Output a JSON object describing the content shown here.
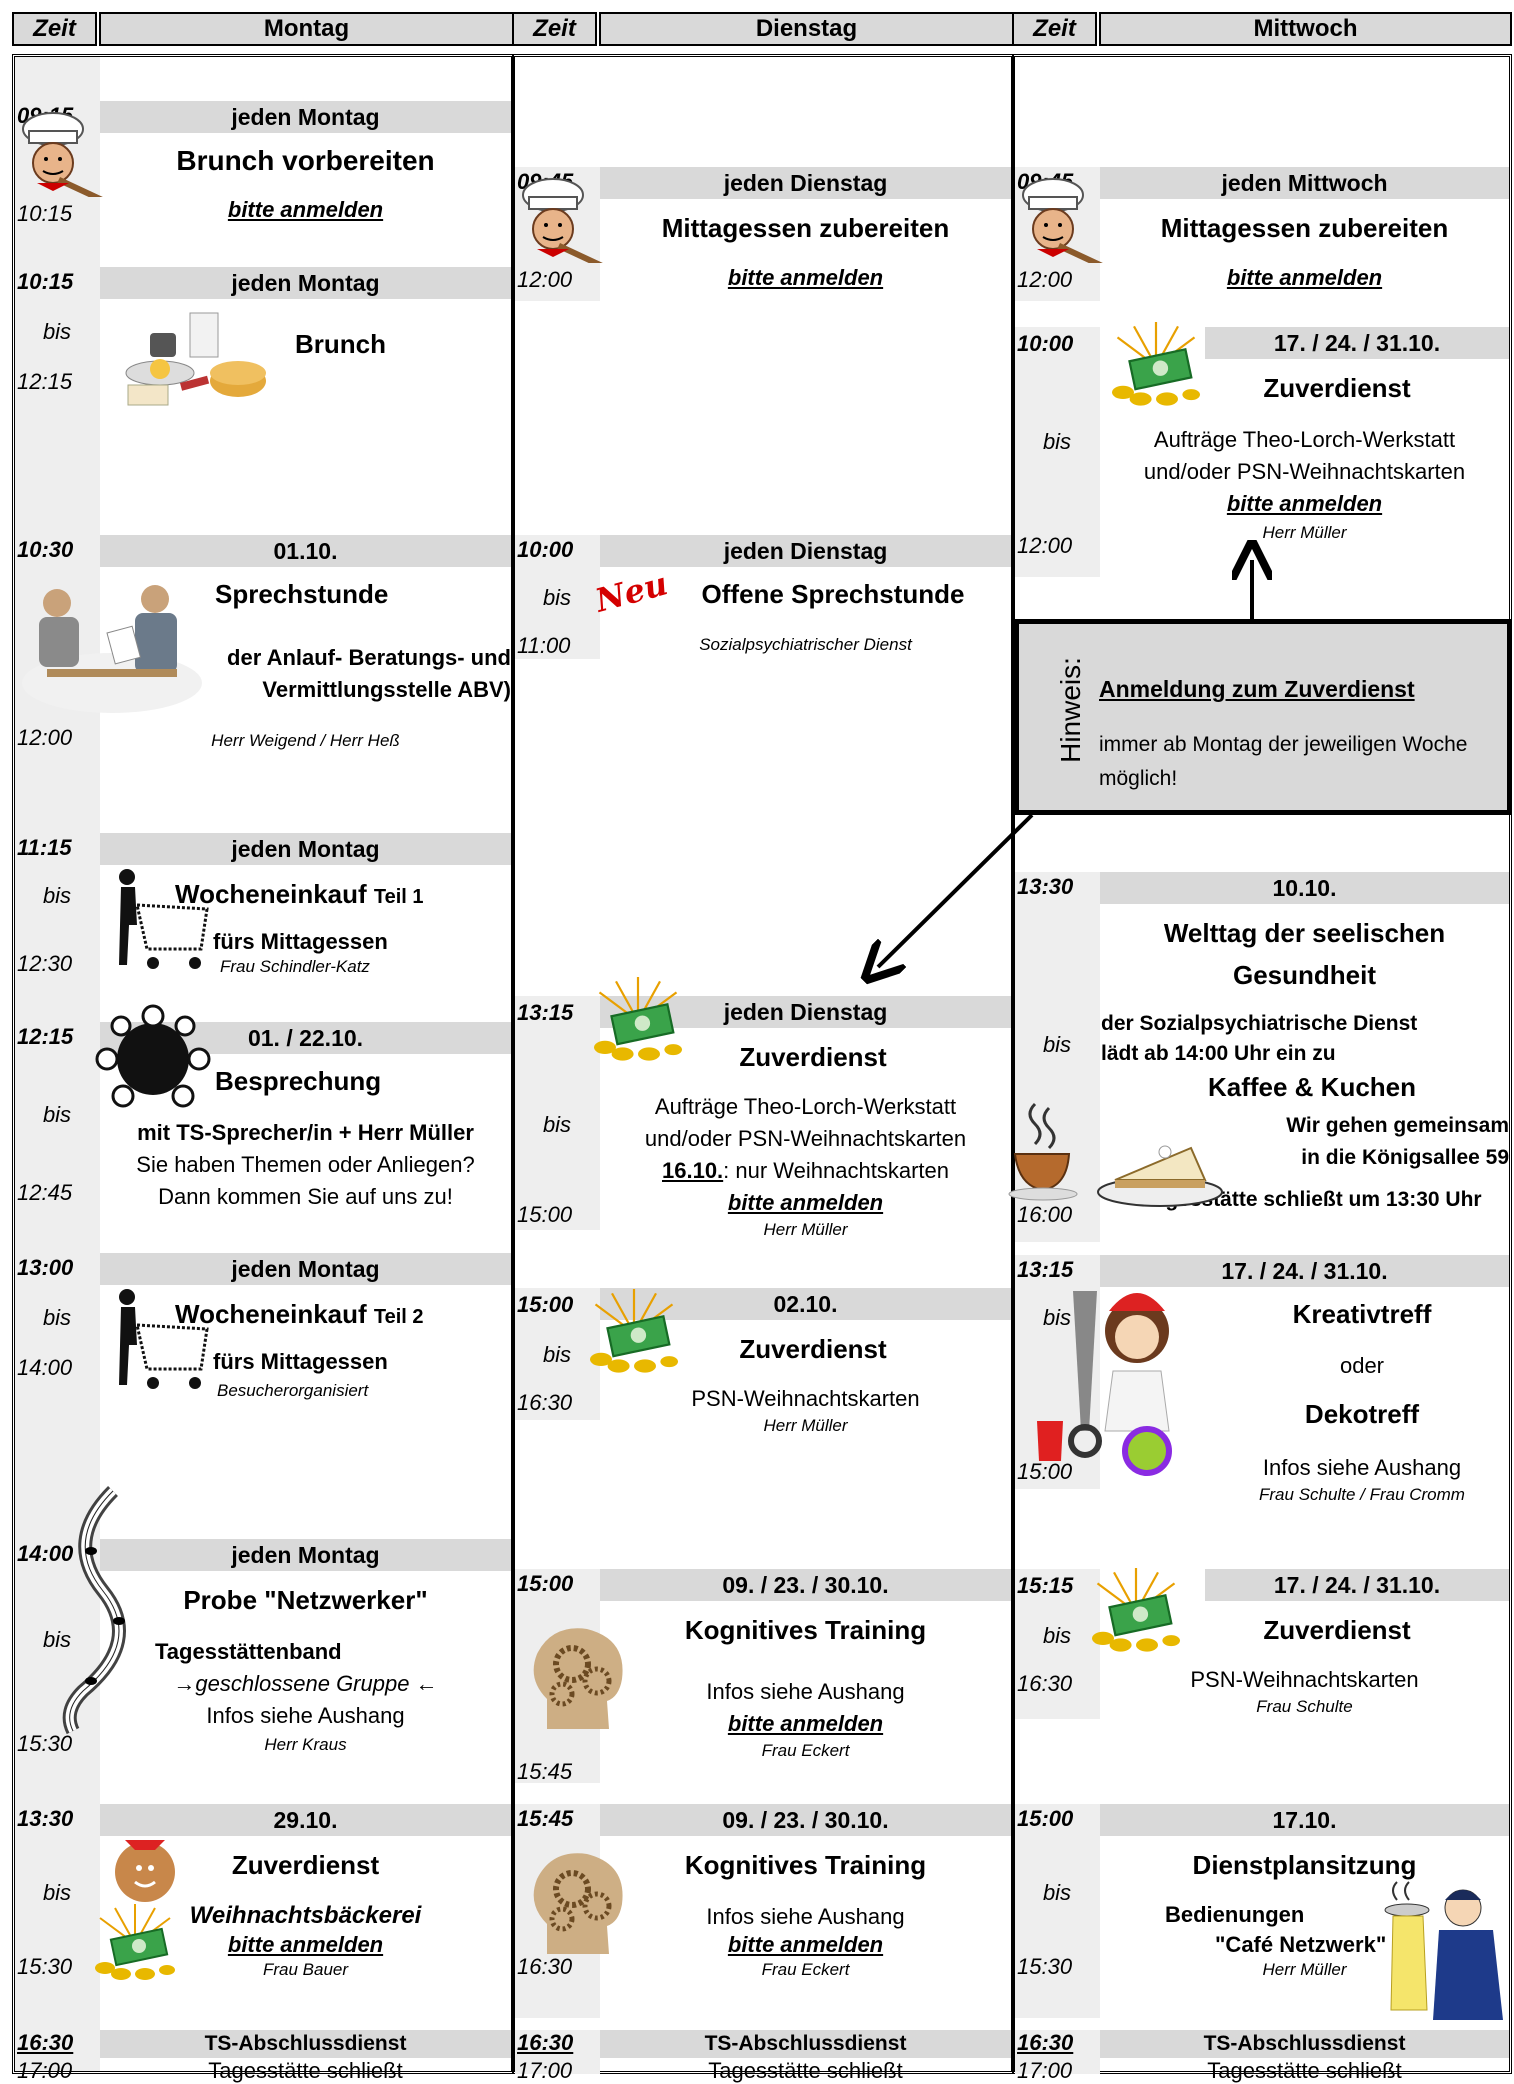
{
  "header": {
    "zeit": "Zeit",
    "days": [
      "Montag",
      "Dienstag",
      "Mittwoch"
    ]
  },
  "montag": {
    "e1": {
      "start": "09:15",
      "end": "10:15",
      "bar": "jeden Montag",
      "title": "Brunch vorbereiten",
      "note": "bitte anmelden"
    },
    "e2": {
      "start": "10:15",
      "bis": "bis",
      "end": "12:15",
      "bar": "jeden Montag",
      "title": "Brunch"
    },
    "e3": {
      "start": "10:30",
      "end": "12:00",
      "bar": "01.10.",
      "title": "Sprechstunde",
      "line1": "der Anlauf- Beratungs- und",
      "line2": "Vermittlungsstelle ABV)",
      "person": "Herr Weigend / Herr Heß"
    },
    "e4": {
      "start": "11:15",
      "bis": "bis",
      "end": "12:30",
      "bar": "jeden Montag",
      "title_a": "Wocheneinkauf ",
      "title_b": "Teil 1",
      "sub": "fürs Mittagessen",
      "person": "Frau Schindler-Katz"
    },
    "e5": {
      "start": "12:15",
      "bis": "bis",
      "end": "12:45",
      "bar": "01. / 22.10.",
      "title": "Besprechung",
      "line1": "mit TS-Sprecher/in + Herr Müller",
      "line2": "Sie haben Themen oder Anliegen?",
      "line3": "Dann kommen Sie auf uns zu!"
    },
    "e6": {
      "start": "13:00",
      "bis": "bis",
      "end": "14:00",
      "bar": "jeden Montag",
      "title_a": "Wocheneinkauf ",
      "title_b": "Teil 2",
      "sub": "fürs Mittagessen",
      "person": "Besucherorganisiert"
    },
    "e7": {
      "start": "14:00",
      "bis": "bis",
      "end": "15:30",
      "bar": "jeden Montag",
      "title": "Probe \"Netzwerker\"",
      "line1": "Tagesstättenband",
      "line2": "→geschlossene Gruppe ←",
      "line3": "Infos siehe Aushang",
      "person": "Herr Kraus"
    },
    "e8": {
      "start": "13:30",
      "bis": "bis",
      "end": "15:30",
      "bar": "29.10.",
      "title": "Zuverdienst",
      "line1": "Weihnachtsbäckerei",
      "note": "bitte anmelden",
      "person": "Frau Bauer"
    },
    "e9": {
      "start": "16:30",
      "end": "17:00",
      "bar": "TS-Abschlussdienst",
      "line1": "Tagesstätte schließt"
    }
  },
  "dienstag": {
    "e1": {
      "start": "09:45",
      "end": "12:00",
      "bar": "jeden Dienstag",
      "title": "Mittagessen zubereiten",
      "note": "bitte anmelden"
    },
    "e2": {
      "start": "10:00",
      "bis": "bis",
      "end": "11:00",
      "bar": "jeden Dienstag",
      "neu": "Neu",
      "title": "Offene Sprechstunde",
      "person": "Sozialpsychiatrischer Dienst"
    },
    "e3": {
      "start": "13:15",
      "bis": "bis",
      "end": "15:00",
      "bar": "jeden Dienstag",
      "title": "Zuverdienst",
      "line1": "Aufträge Theo-Lorch-Werkstatt",
      "line2": "und/oder PSN-Weihnachtskarten",
      "line3a": "16.10.",
      "line3b": ": nur Weihnachtskarten",
      "note": "bitte anmelden",
      "person": "Herr Müller"
    },
    "e4": {
      "start": "15:00",
      "bis": "bis",
      "end": "16:30",
      "bar": "02.10.",
      "title": "Zuverdienst",
      "line1": "PSN-Weihnachtskarten",
      "person": "Herr Müller"
    },
    "e5": {
      "start": "15:00",
      "end": "15:45",
      "bar": "09. / 23. / 30.10.",
      "title": "Kognitives Training",
      "line1": "Infos siehe Aushang",
      "note": "bitte anmelden",
      "person": "Frau Eckert"
    },
    "e6": {
      "start": "15:45",
      "end": "16:30",
      "bar": "09. / 23. / 30.10.",
      "title": "Kognitives Training",
      "line1": "Infos siehe Aushang",
      "note": "bitte anmelden",
      "person": "Frau Eckert"
    },
    "e7": {
      "start": "16:30",
      "end": "17:00",
      "bar": "TS-Abschlussdienst",
      "line1": "Tagesstätte schließt"
    }
  },
  "mittwoch": {
    "e1": {
      "start": "09:45",
      "end": "12:00",
      "bar": "jeden Mittwoch",
      "title": "Mittagessen zubereiten",
      "note": "bitte anmelden"
    },
    "e2": {
      "start": "10:00",
      "bis": "bis",
      "end": "12:00",
      "bar": "17. / 24. / 31.10.",
      "title": "Zuverdienst",
      "line1": "Aufträge Theo-Lorch-Werkstatt",
      "line2": "und/oder PSN-Weihnachtskarten",
      "note": "bitte anmelden",
      "person": "Herr Müller"
    },
    "hinweis": {
      "label": "Hinweis:",
      "title": "Anmeldung zum Zuverdienst",
      "text": "immer ab Montag der jeweiligen Woche möglich!"
    },
    "e3": {
      "start": "13:30",
      "bis": "bis",
      "end": "16:00",
      "bar": "10.10.",
      "title1": "Welttag der seelischen",
      "title2": "Gesundheit",
      "line1": "der Sozialpsychiatrische Dienst",
      "line2": "lädt ab 14:00 Uhr ein zu",
      "line3": "Kaffee & Kuchen",
      "line4": "Wir gehen gemeinsam",
      "line5": "in die Königsallee 59",
      "line6": "Tagesstätte schließt um 13:30 Uhr"
    },
    "e4": {
      "start": "13:15",
      "bis": "bis",
      "end": "15:00",
      "bar": "17. / 24. / 31.10.",
      "title": "Kreativtreff",
      "oder": "oder",
      "title2": "Dekotreff",
      "line1": "Infos siehe Aushang",
      "person": "Frau Schulte / Frau Cromm"
    },
    "e5": {
      "start": "15:15",
      "bis": "bis",
      "end": "16:30",
      "bar": "17. / 24. / 31.10.",
      "title": "Zuverdienst",
      "line1": "PSN-Weihnachtskarten",
      "person": "Frau Schulte"
    },
    "e6": {
      "start": "15:00",
      "bis": "bis",
      "end": "15:30",
      "bar": "17.10.",
      "title": "Dienstplansitzung",
      "line1": "Bedienungen",
      "line2": "\"Café Netzwerk\"",
      "person": "Herr Müller"
    },
    "e7": {
      "start": "16:30",
      "end": "17:00",
      "bar": "TS-Abschlussdienst",
      "line1": "Tagesstätte schließt"
    }
  }
}
